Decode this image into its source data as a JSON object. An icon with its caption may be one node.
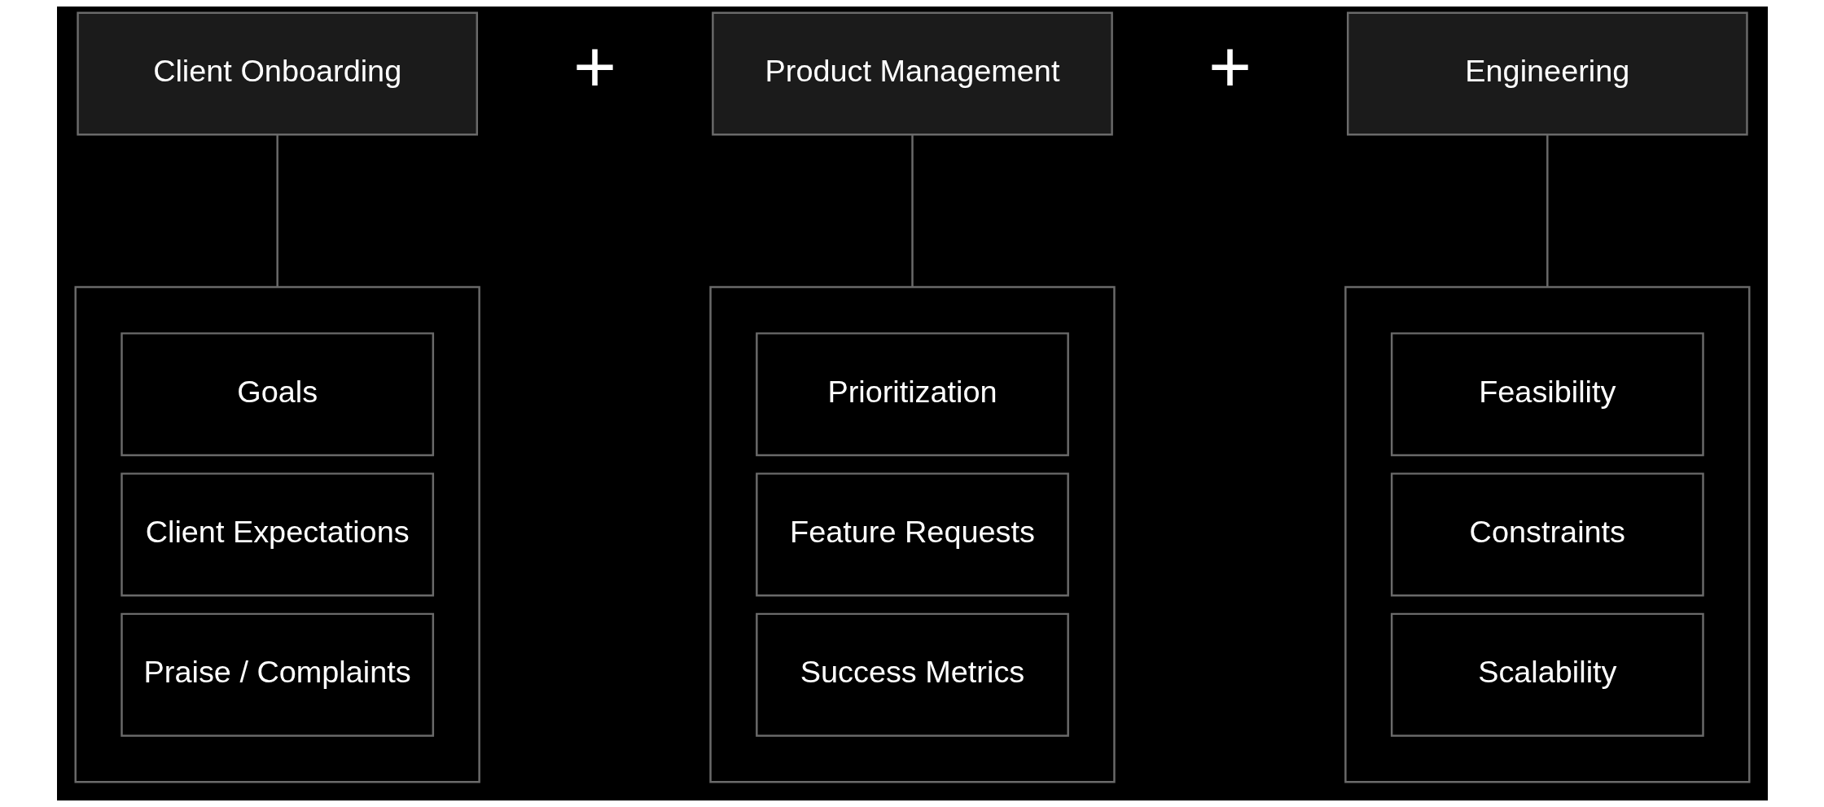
{
  "diagram": {
    "nodes": [
      {
        "text": [
          "Client Onboarding"
        ]
      },
      {
        "text": [
          "Product Management"
        ]
      },
      {
        "text": [
          "Engineering"
        ]
      },
      {
        "text": [],
        "shape": "box"
      },
      {
        "text": [
          "Goals"
        ],
        "in": 3
      },
      {
        "text": [
          "Client Expectations"
        ],
        "in": 3
      },
      {
        "text": [
          "Praise / Complaints"
        ],
        "in": 3
      },
      {
        "text": [],
        "shape": "box"
      },
      {
        "text": [
          "Prioritization"
        ],
        "in": 7
      },
      {
        "text": [
          "Feature Requests"
        ],
        "in": 7
      },
      {
        "text": [
          "Success Metrics"
        ],
        "in": 7
      },
      {
        "text": [],
        "shape": "box"
      },
      {
        "text": [
          "Feasibility"
        ],
        "in": 11
      },
      {
        "text": [
          "Constraints"
        ],
        "in": 11
      },
      {
        "text": [
          "Scalability"
        ],
        "in": 11
      }
    ],
    "edges": [
      {
        "from": 0,
        "to": 3,
        "arrow": "none"
      },
      {
        "from": 1,
        "to": 7,
        "arrow": "none"
      },
      {
        "from": 2,
        "to": 11,
        "arrow": "none"
      }
    ],
    "labels": [
      "+",
      "+"
    ]
  }
}
